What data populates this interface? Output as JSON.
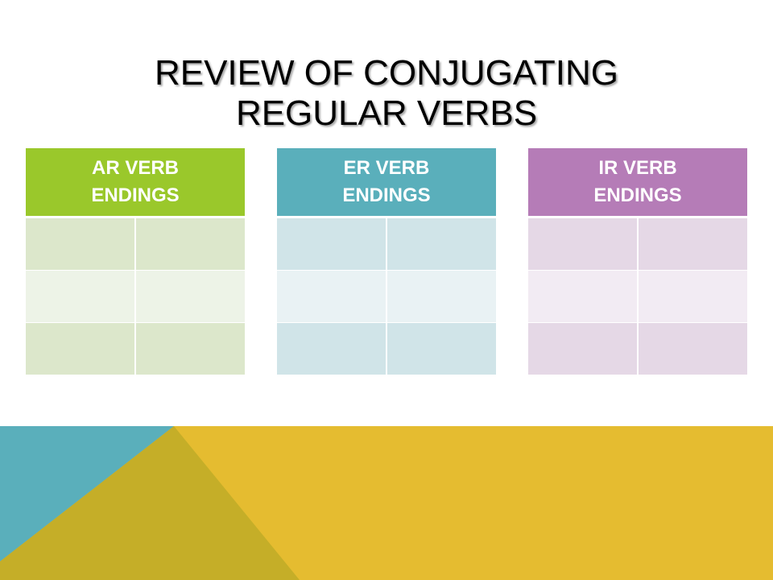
{
  "title": {
    "line1": "Review of conjugating",
    "line2": "regular verbs"
  },
  "tables": [
    {
      "id": "ar",
      "header_line1": "AR VERB",
      "header_line2": "ENDINGS",
      "header_color": "#9AC82B",
      "band_dark": "#DCE7CB",
      "band_light": "#EDF3E7"
    },
    {
      "id": "er",
      "header_line1": "ER VERB",
      "header_line2": "ENDINGS",
      "header_color": "#5AAFBB",
      "band_dark": "#D0E4E8",
      "band_light": "#E9F2F4"
    },
    {
      "id": "ir",
      "header_line1": "IR VERB",
      "header_line2": "ENDINGS",
      "header_color": "#B57CB7",
      "band_dark": "#E5D8E6",
      "band_light": "#F2EBF3"
    }
  ],
  "decor": {
    "band_color": "#E5BC30",
    "teal_color": "#5AAFBB",
    "olive_color": "#C5AE28"
  }
}
